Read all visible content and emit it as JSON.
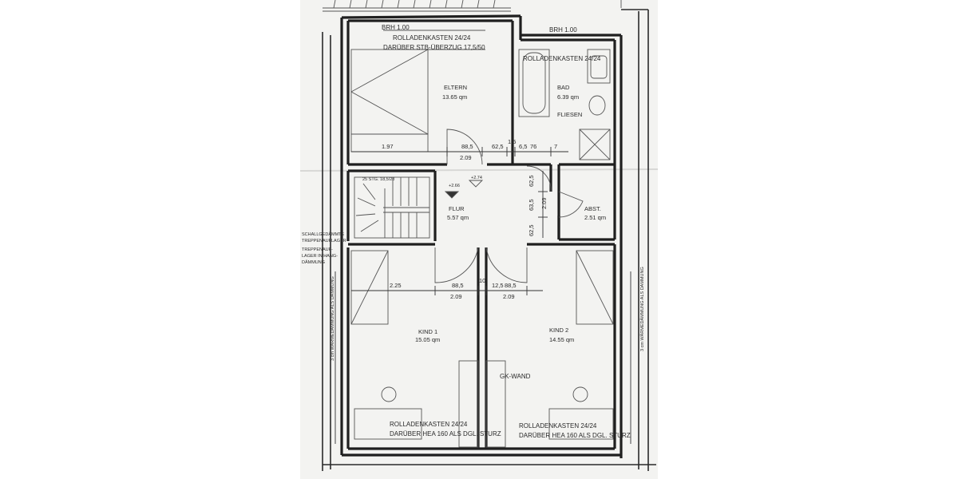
{
  "rooms": {
    "eltern": {
      "name": "ELTERN",
      "area": "13.65 qm"
    },
    "bad": {
      "name": "BAD",
      "area": "6.39 qm",
      "extra": "FLIESEN"
    },
    "flur": {
      "name": "FLUR",
      "area": "5.57 qm"
    },
    "abst": {
      "name": "ABST.",
      "area": "2.51 qm"
    },
    "kind1": {
      "name": "KIND 1",
      "area": "15.05 qm"
    },
    "kind2": {
      "name": "KIND 2",
      "area": "14.55 qm"
    }
  },
  "notes": {
    "brh_left": "BRH 1.00",
    "brh_right": "BRH 1.00",
    "rolladen_eltern": "ROLLADENKASTEN 24/24",
    "darueber_eltern": "DARÜBER STB-ÜBERZUG 17,5/50",
    "rolladen_bad": "ROLLADENKASTEN 24/24",
    "rolladen_kind1": "ROLLADENKASTEN 24/24",
    "darueber_kind1": "DARÜBER HEA 160 ALS DGL. STURZ",
    "rolladen_kind2": "ROLLADENKASTEN 24/24",
    "darueber_kind2": "DARÜBER HEA 160 ALS DGL. STURZ",
    "gk_wand": "GK-WAND",
    "stair": "25 STG. 18,5/28",
    "level1": "+2.66",
    "level2": "+2.74",
    "left_margin_1": "SCHALLGEDÄMMTE",
    "left_margin_2": "TREPPENAUFLAGER",
    "left_margin_3": "TREPPENAUF-",
    "left_margin_4": "LAGER IN HANG-",
    "left_margin_5": "DÄMMUNG",
    "side_left": "3 cm WÄRMEDÄMMUNG ALS DAMMUNG",
    "side_right": "3 cm WÄRMEDÄMMUNG ALS DAMMUNG"
  },
  "dims": {
    "d197": "1.97",
    "d885a": "88,5",
    "d209a": "2.09",
    "d625a": "62,5",
    "d15": "1,5",
    "d65": "6,5",
    "d76": "76",
    "d7": "7",
    "d625b": "62,5",
    "d635": "63,5",
    "d209v": "2.09",
    "d625c": "62,5",
    "d225": "2.25",
    "d885b": "88,5",
    "d209b": "2.09",
    "d10": "10",
    "d125": "12,5",
    "d885c": "88,5",
    "d209c": "2.09"
  },
  "colors": {
    "paper": "#f3f3f1",
    "ink": "#1f1f1f"
  }
}
